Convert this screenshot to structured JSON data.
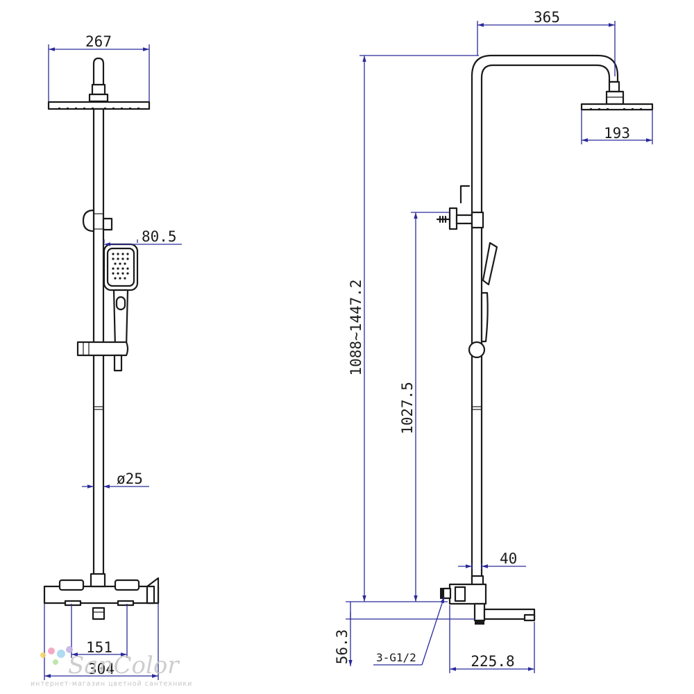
{
  "dimensions": {
    "front_head_width": "267",
    "hand_shower_width": "80.5",
    "pipe_diameter": "ø25",
    "valve_centers": "151",
    "mixer_width": "304",
    "side_arm_reach": "365",
    "side_head_width": "193",
    "total_height": "1088~1447.2",
    "holder_height": "1027.5",
    "pipe_offset": "40",
    "spout_height": "56.3",
    "connection": "3-G1/2",
    "spout_length": "225.8"
  },
  "watermark": {
    "brand": "SanColor",
    "tagline": "интернет-магазин цветной сантехники",
    "colors": [
      "#f5d36b",
      "#f2a0c0",
      "#a8d8f0",
      "#c5b3e6",
      "#b9e3a6"
    ]
  }
}
